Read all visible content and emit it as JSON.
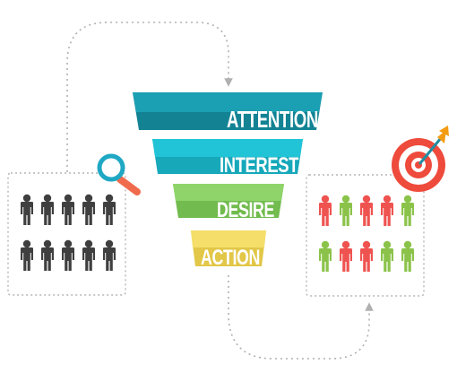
{
  "funnel": {
    "stages": [
      {
        "id": "attention",
        "label": "ATTENTION",
        "color": "#1b9fb2",
        "shade": "#138394"
      },
      {
        "id": "interest",
        "label": "INTEREST",
        "color": "#21c4d6",
        "shade": "#17a8ba"
      },
      {
        "id": "desire",
        "label": "DESIRE",
        "color": "#8ed46a",
        "shade": "#72bb4e"
      },
      {
        "id": "action",
        "label": "ACTION",
        "color": "#f5de6a",
        "shade": "#e2c748"
      }
    ]
  },
  "audience_before": {
    "person_color": "#3f3f3f",
    "rows": [
      [
        "dark",
        "dark",
        "dark",
        "dark",
        "dark"
      ],
      [
        "dark",
        "dark",
        "dark",
        "dark",
        "dark"
      ]
    ]
  },
  "audience_after": {
    "rows": [
      [
        "red",
        "green",
        "red",
        "red",
        "green"
      ],
      [
        "green",
        "red",
        "red",
        "green",
        "green"
      ]
    ]
  },
  "colors": {
    "person_dark": "#3f3f3f",
    "person_red": "#ef5350",
    "person_green": "#8bc34a",
    "dotted_line": "#b0b0b0",
    "box_border": "#b5b5b5",
    "magnifier_ring": "#1fa8c4",
    "magnifier_handle": "#f06b4d",
    "target_red": "#ee4b3c",
    "arrow_teal": "#1f8ea3",
    "arrow_fletch": "#f39c12"
  },
  "icons": {
    "search": "magnifier-icon",
    "goal": "target-icon"
  }
}
